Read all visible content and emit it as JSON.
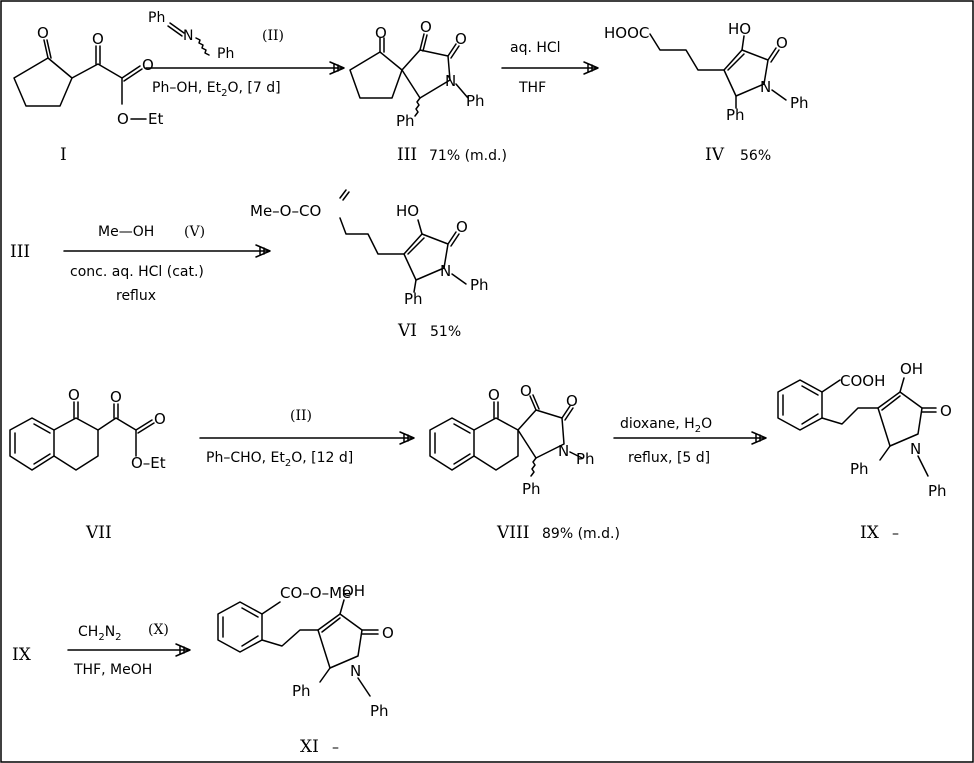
{
  "scheme": {
    "colors": {
      "line": "#000000",
      "background": "#ffffff"
    },
    "row1": {
      "compound_I": {
        "label": "I",
        "atoms": {
          "ketone_o": "O",
          "keto_o": "O",
          "ester_o": "O",
          "ester_o2": "O",
          "et": "Et"
        }
      },
      "arrow1": {
        "reagent_top_imine": {
          "ph1": "Ph",
          "n": "N",
          "ph2": "Ph"
        },
        "reagent_id": "(II)",
        "conditions": "Ph–OH, Et",
        "conditions_sub": "2",
        "conditions_tail": "O, [7 d]"
      },
      "compound_III": {
        "label": "III",
        "yield": "71% (m.d.)",
        "atoms": {
          "o1": "O",
          "o2": "O",
          "o3": "O",
          "n": "N",
          "ph_n": "Ph",
          "ph_c": "Ph"
        }
      },
      "arrow2": {
        "top": "aq. HCl",
        "bottom": "THF"
      },
      "compound_IV": {
        "label": "IV",
        "yield": "56%",
        "atoms": {
          "acid": "HOOC",
          "oh": "HO",
          "o": "O",
          "n": "N",
          "ph_n": "Ph",
          "ph_c": "Ph"
        }
      }
    },
    "row2": {
      "start_label": "III",
      "arrow": {
        "top": "Me—OH",
        "reagent_id": "(V)",
        "mid": "conc. aq. HCl (cat.)",
        "bottom": "reflux"
      },
      "compound_VI": {
        "label": "VI",
        "yield": "51%",
        "atoms": {
          "ester": "Me–O–CO",
          "oh": "HO",
          "o": "O",
          "n": "N",
          "ph_n": "Ph",
          "ph_c": "Ph"
        }
      }
    },
    "row3": {
      "compound_VII": {
        "label": "VII",
        "atoms": {
          "o1": "O",
          "o2": "O",
          "o3": "O",
          "oet": "O–Et"
        }
      },
      "arrow1": {
        "reagent_id": "(II)",
        "conditions": "Ph–CHO, Et",
        "conditions_sub": "2",
        "conditions_tail": "O, [12 d]"
      },
      "compound_VIII": {
        "label": "VIII",
        "yield": "89% (m.d.)",
        "atoms": {
          "o1": "O",
          "o2": "O",
          "o3": "O",
          "n": "N",
          "ph_n": "Ph",
          "ph_c": "Ph"
        }
      },
      "arrow2": {
        "top": "dioxane, H",
        "top_sub": "2",
        "top_tail": "O",
        "bottom": "reflux, [5 d]"
      },
      "compound_IX": {
        "label": "IX",
        "yield": "–",
        "atoms": {
          "acid": "COOH",
          "oh": "OH",
          "o": "O",
          "n": "N",
          "ph_n": "Ph",
          "ph_c": "Ph"
        }
      }
    },
    "row4": {
      "start_label": "IX",
      "arrow": {
        "top": "CH",
        "top_sub1": "2",
        "top_mid": "N",
        "top_sub2": "2",
        "reagent_id": "(X)",
        "bottom": "THF, MeOH"
      },
      "compound_XI": {
        "label": "XI",
        "yield": "–",
        "atoms": {
          "ester": "CO–O–Me",
          "oh": "OH",
          "o": "O",
          "n": "N",
          "ph_n": "Ph",
          "ph_c": "Ph"
        }
      }
    }
  }
}
